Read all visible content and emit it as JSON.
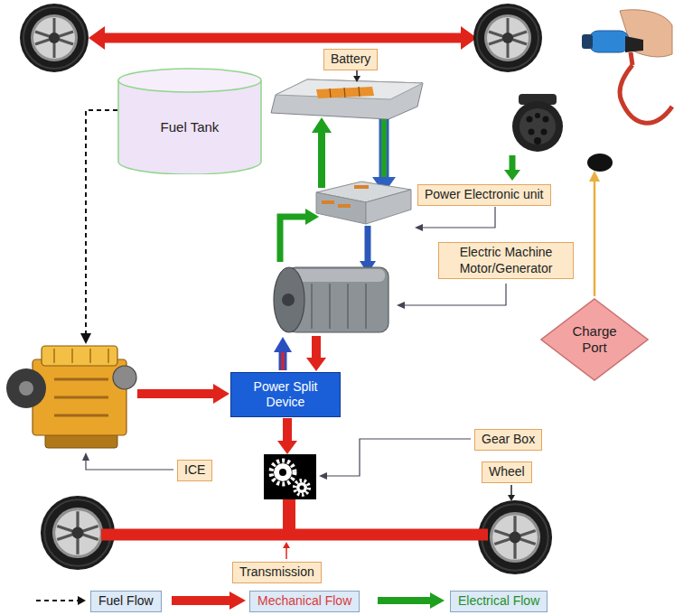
{
  "diagram": {
    "nodes": [
      {
        "text": [
          "Battery"
        ]
      },
      {
        "text": [
          "Fuel Tank"
        ]
      },
      {
        "text": [
          "Power Electronic unit"
        ]
      },
      {
        "text": [
          "Electric Machine Motor/Generator"
        ]
      },
      {
        "text": [
          "Charge Port"
        ]
      },
      {
        "text": [
          "Power Split Device"
        ]
      },
      {
        "text": [
          "Gear Box"
        ]
      },
      {
        "text": [
          "ICE"
        ]
      },
      {
        "text": [
          "Wheel"
        ]
      },
      {
        "text": [
          "Transmission"
        ]
      }
    ],
    "legend": [
      {
        "text": "Fuel Flow"
      },
      {
        "text": "Mechanical Flow"
      },
      {
        "text": "Electrical Flow"
      }
    ]
  }
}
